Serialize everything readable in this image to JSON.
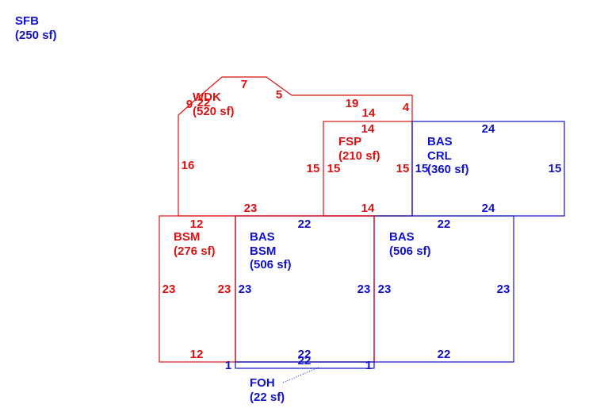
{
  "colors": {
    "red": "#dd1111",
    "blue": "#1111cc",
    "background": "#ffffff"
  },
  "areas": {
    "sfb": {
      "code": "SFB",
      "area": "(250 sf)"
    },
    "wdk": {
      "code": "WDK",
      "area": "(520 sf)"
    },
    "fsp": {
      "code": "FSP",
      "area": "(210 sf)"
    },
    "bas_crl": {
      "code": "BAS",
      "sub": "CRL",
      "area": "(360 sf)"
    },
    "bsm": {
      "code": "BSM",
      "area": "(276 sf)"
    },
    "bas_bsm": {
      "code": "BAS",
      "sub": "BSM",
      "area": "(506 sf)"
    },
    "bas": {
      "code": "BAS",
      "area": "(506 sf)"
    },
    "foh": {
      "code": "FOH",
      "area": "(22 sf)"
    }
  },
  "dims": {
    "wdk": [
      "7",
      "5",
      "9",
      "22",
      "19",
      "14",
      "4",
      "16",
      "23"
    ],
    "fsp": [
      "14",
      "15",
      "15",
      "14"
    ],
    "crl": [
      "24",
      "15",
      "15",
      "24"
    ],
    "bsm": [
      "12",
      "23",
      "23",
      "12"
    ],
    "bas_bsm": [
      "22",
      "23",
      "23",
      "22"
    ],
    "bas": [
      "22",
      "23",
      "23",
      "22"
    ],
    "foh": [
      "1",
      "22",
      "1"
    ]
  }
}
